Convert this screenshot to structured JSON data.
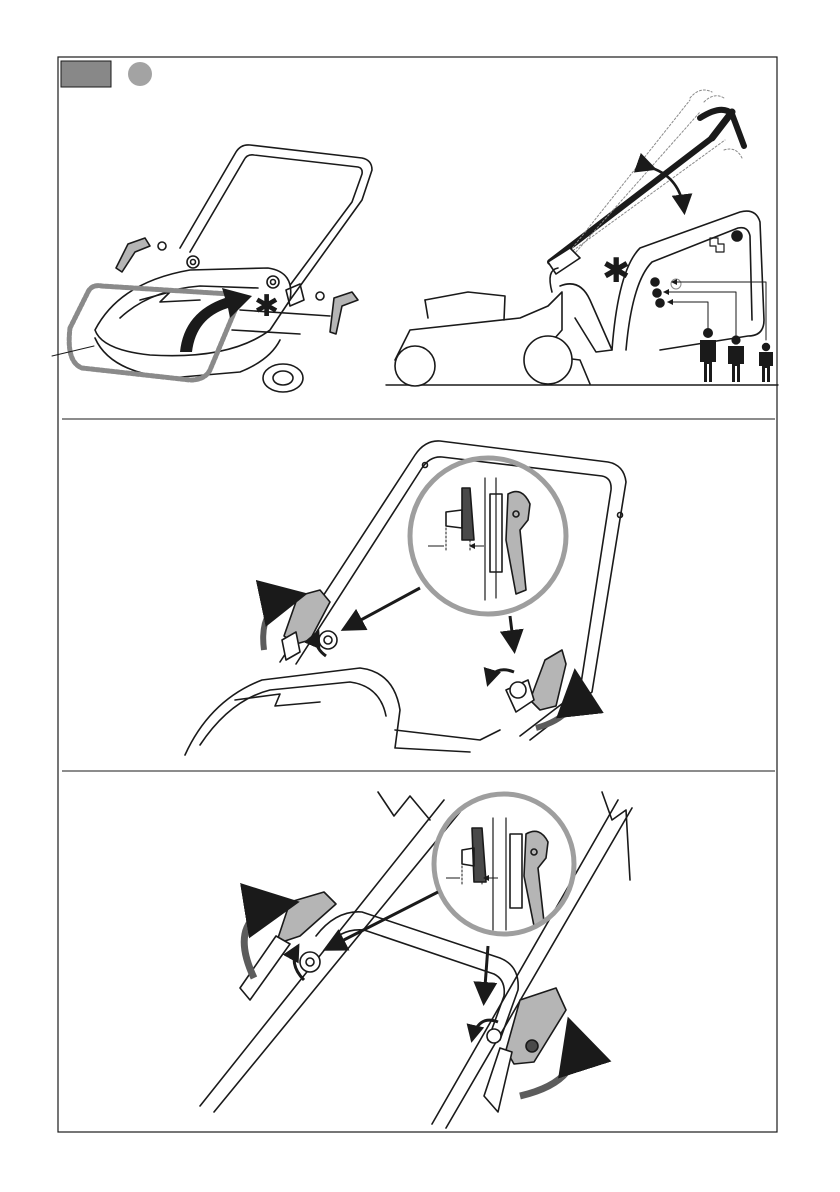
{
  "colors": {
    "background": "#ffffff",
    "line": "#1a1a1a",
    "arrow_gray": "#5c5c5c",
    "step_badge": "#888888",
    "step_circle": "#a3a3a3",
    "detail_ring": "#9e9e9e",
    "part_gray": "#b5b5b5",
    "dark_part": "#4a4a4a"
  },
  "panels": [
    {
      "name": "panel-mount-handle",
      "subpanels": [
        "handle-assembly",
        "height-adjust"
      ]
    },
    {
      "name": "panel-tighten-knobs-front"
    },
    {
      "name": "panel-tighten-knobs-rear"
    }
  ],
  "icons": [
    "asterisk-icon",
    "person-tall-icon",
    "person-medium-icon",
    "person-short-icon",
    "rotate-arrow-icon",
    "pointer-arrow-icon",
    "magnifier-detail-icon"
  ]
}
